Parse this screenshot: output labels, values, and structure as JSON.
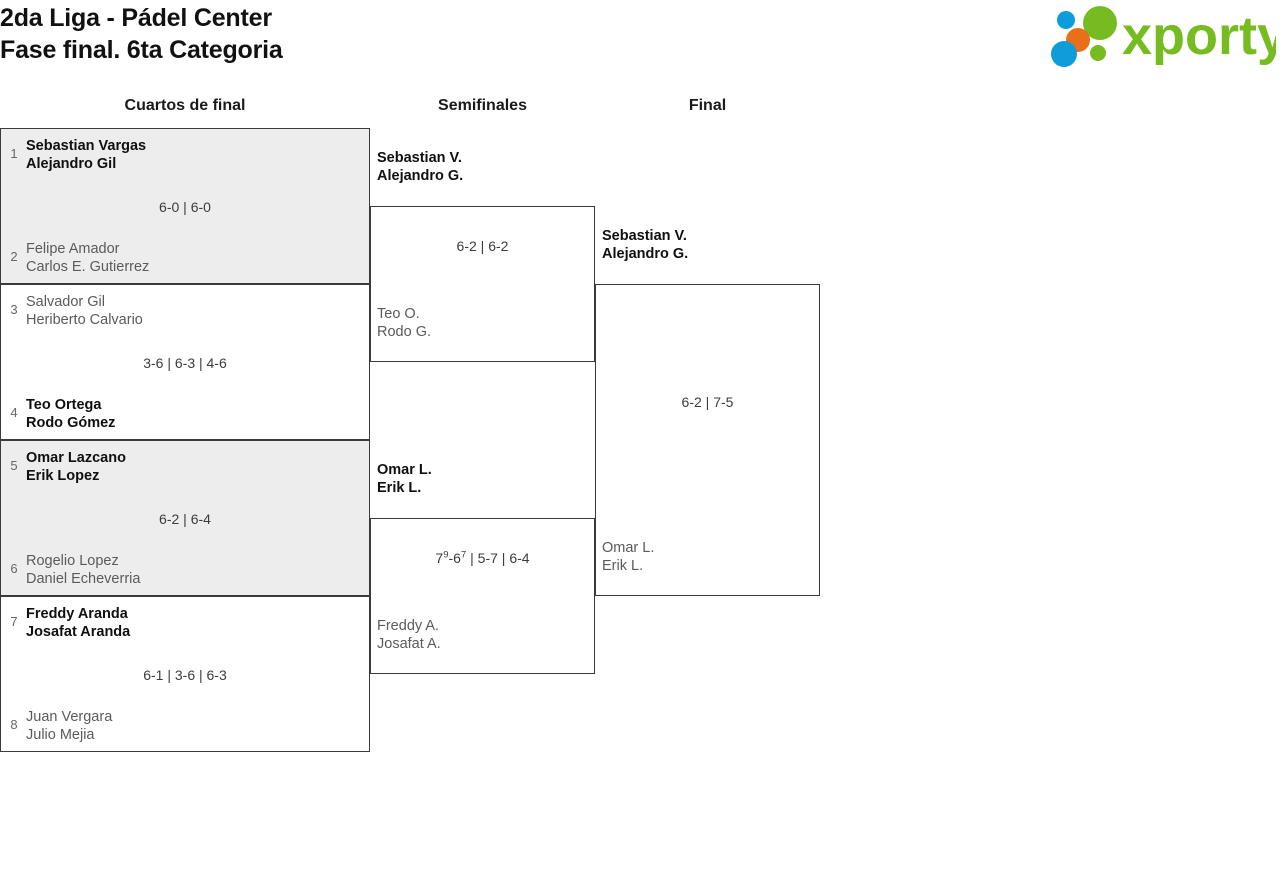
{
  "header": {
    "title": "2da Liga - Pádel Center\nFase final. 6ta Categoria",
    "logo": {
      "name": "xporty-logo",
      "wordmark": "xporty",
      "colors": {
        "green": "#76bc21",
        "blue": "#0d9ddb",
        "orange": "#e8701a"
      }
    }
  },
  "rounds": [
    {
      "key": "quarterfinals",
      "label": "Cuartos de final"
    },
    {
      "key": "semifinals",
      "label": "Semifinales"
    },
    {
      "key": "final",
      "label": "Final"
    }
  ],
  "quarterfinals": [
    {
      "score": "6-0 | 6-0",
      "top": {
        "seed": "1",
        "p1": "Sebastian Vargas",
        "p2": "Alejandro Gil",
        "result": "winner"
      },
      "bottom": {
        "seed": "2",
        "p1": "Felipe Amador",
        "p2": "Carlos E. Gutierrez",
        "result": "loser"
      }
    },
    {
      "score": "3-6 | 6-3 | 4-6",
      "top": {
        "seed": "3",
        "p1": "Salvador Gil",
        "p2": "Heriberto Calvario",
        "result": "loser"
      },
      "bottom": {
        "seed": "4",
        "p1": "Teo Ortega",
        "p2": "Rodo Gómez",
        "result": "winner"
      }
    },
    {
      "score": "6-2 | 6-4",
      "top": {
        "seed": "5",
        "p1": "Omar Lazcano",
        "p2": "Erik Lopez",
        "result": "winner"
      },
      "bottom": {
        "seed": "6",
        "p1": "Rogelio Lopez",
        "p2": "Daniel Echeverria",
        "result": "loser"
      }
    },
    {
      "score": "6-1 | 3-6 | 6-3",
      "top": {
        "seed": "7",
        "p1": "Freddy Aranda",
        "p2": "Josafat Aranda",
        "result": "winner"
      },
      "bottom": {
        "seed": "8",
        "p1": "Juan Vergara",
        "p2": "Julio Mejia",
        "result": "loser"
      }
    }
  ],
  "semifinals": [
    {
      "score": "6-2 | 6-2",
      "top": {
        "p1": "Sebastian V.",
        "p2": "Alejandro G.",
        "result": "winner"
      },
      "bottom": {
        "p1": "Teo O.",
        "p2": "Rodo G.",
        "result": "loser"
      }
    },
    {
      "score_parts": [
        {
          "text": "7"
        },
        {
          "text": "9",
          "sup": true
        },
        {
          "text": "-6"
        },
        {
          "text": "7",
          "sup": true
        },
        {
          "text": " | 5-7 | 6-4"
        }
      ],
      "score": "79-67 | 5-7 | 6-4",
      "top": {
        "p1": "Omar L.",
        "p2": "Erik L.",
        "result": "winner"
      },
      "bottom": {
        "p1": "Freddy A.",
        "p2": "Josafat A.",
        "result": "loser"
      }
    }
  ],
  "final": {
    "score": "6-2 | 7-5",
    "top": {
      "p1": "Sebastian V.",
      "p2": "Alejandro G.",
      "result": "winner"
    },
    "bottom": {
      "p1": "Omar L.",
      "p2": "Erik L.",
      "result": "loser"
    }
  }
}
